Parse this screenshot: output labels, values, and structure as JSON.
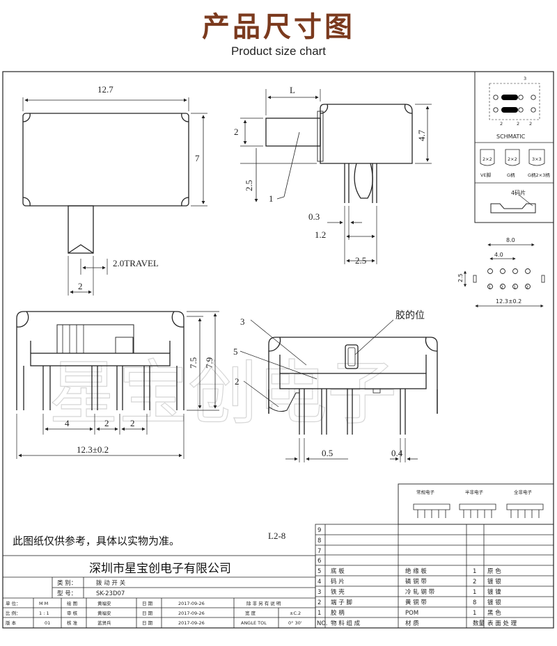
{
  "header": {
    "title_cn": "产品尺寸图",
    "title_en": "Product size chart"
  },
  "watermark": "星宝创电子",
  "top_view": {
    "width": "12.7",
    "height": "7",
    "travel": "2.0TRAVEL",
    "knob_width": "2"
  },
  "side_view": {
    "L": "L",
    "knob_h": "2",
    "knob_base": "2.5",
    "body_h": "4.7",
    "label_1": "1",
    "pin_t": "0.3",
    "pin_w": "1.2",
    "pin_pitch": "2.5"
  },
  "front_view": {
    "h1": "7.5",
    "h2": "7.9",
    "d1": "4",
    "d2": "2",
    "d3": "2",
    "total": "12.3±0.2"
  },
  "section_view": {
    "glue": "胶的位",
    "l3": "3",
    "l5": "5",
    "l2": "2",
    "d05": "0.5",
    "d04": "0.4"
  },
  "schmatic": {
    "label": "SCHMATIC",
    "pitch": "3",
    "p2a": "2",
    "p2b": "2",
    "p2c": "2"
  },
  "variants": {
    "a": "2×2",
    "b": "2×2",
    "c": "3×3",
    "a_sub": "VE脚",
    "b_sub": "G柄",
    "c_sub": "G柄2×3柄"
  },
  "code_plate": {
    "label": "4码片"
  },
  "pcb": {
    "w": "8.0",
    "mid": "4.0",
    "v": "2.5",
    "total": "12.3±0.2"
  },
  "pin_types": [
    "常规电子",
    "半非电子",
    "全非电子"
  ],
  "note": "此图纸仅供参考，具体以实物为准。",
  "code": "L2-8",
  "company": "深圳市星宝创电子有限公司",
  "info": {
    "category_k": "类 别：",
    "category_v": "拨 动 开 关",
    "model_k": "型 号：",
    "model_v": "SK-23D07",
    "rows": [
      [
        "单 位：",
        "M M",
        "绘 图",
        "黄福安",
        "日 期",
        "2017-09-26",
        "除 非 另 有 说 明",
        ""
      ],
      [
        "比 例：",
        "1 : 1",
        "审 核",
        "黄福安",
        "日 期",
        "2017-09-26",
        "宽 度",
        "±C.2"
      ],
      [
        "版 本",
        "01",
        "核 准",
        "蓝贤兵",
        "日 期",
        "2017-09-26",
        "ANGLE TOL",
        "0° 30'"
      ]
    ]
  },
  "bom": {
    "rows": [
      [
        "9",
        "",
        "",
        "",
        ""
      ],
      [
        "8",
        "",
        "",
        "",
        ""
      ],
      [
        "7",
        "",
        "",
        "",
        ""
      ],
      [
        "6",
        "",
        "",
        "",
        ""
      ],
      [
        "5",
        "底 板",
        "绝 缘 板",
        "1",
        "原 色"
      ],
      [
        "4",
        "码 片",
        "磷 铜 带",
        "2",
        "镀 银"
      ],
      [
        "3",
        "铁 壳",
        "冷 轧 钢 带",
        "1",
        "镀 镍"
      ],
      [
        "2",
        "端 子 脚",
        "黄 铜 带",
        "8",
        "镀 银"
      ],
      [
        "1",
        "胶 柄",
        "POM",
        "1",
        "黑 色"
      ]
    ],
    "header": [
      "NO.",
      "物 料 组 成",
      "材 质",
      "数量",
      "表 面 处 理"
    ]
  }
}
